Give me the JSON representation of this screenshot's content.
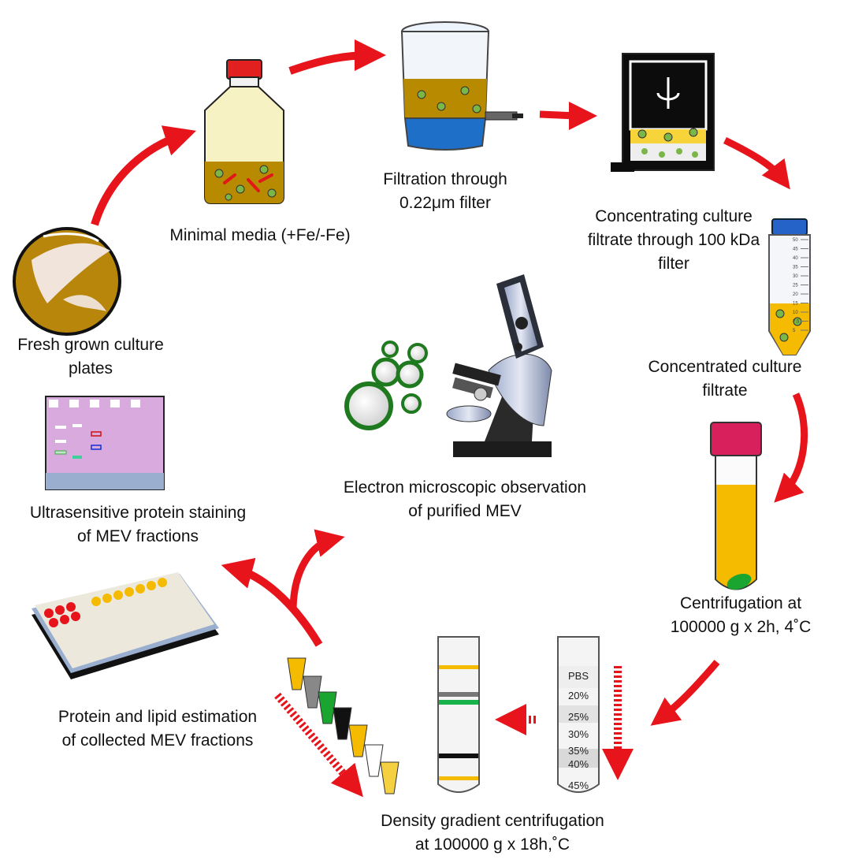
{
  "steps": {
    "plates": {
      "line1": "Fresh grown culture",
      "line2": "plates"
    },
    "media": {
      "label": "Minimal media (+Fe/-Fe)"
    },
    "filtration": {
      "line1": "Filtration through",
      "line2": "0.22μm filter"
    },
    "concentrating": {
      "line1": "Concentrating culture",
      "line2": "filtrate through 100 kDa",
      "line3": "filter"
    },
    "concentrated": {
      "line1": "Concentrated culture",
      "line2": "filtrate"
    },
    "centrifugation": {
      "line1": "Centrifugation at",
      "line2": "100000 g x 2h, 4˚C"
    },
    "density": {
      "line1": "Density gradient centrifugation",
      "line2": "at 100000 g x 18h,˚C"
    },
    "protein_lipid": {
      "line1": "Protein and lipid estimation",
      "line2": "of collected MEV fractions"
    },
    "staining": {
      "line1": "Ultrasensitive protein staining",
      "line2": "of MEV fractions"
    },
    "microscopy": {
      "line1": "Electron microscopic observation",
      "line2": "of purified MEV"
    }
  },
  "gradient": {
    "layers": [
      "PBS",
      "20%",
      "25%",
      "30%",
      "35%",
      "40%",
      "45%"
    ]
  },
  "tube_scale": [
    "50",
    "45",
    "40",
    "35",
    "30",
    "25",
    "20",
    "15",
    "10",
    "7.5",
    "5"
  ],
  "colors": {
    "arrow": "#e8141b",
    "culture": "#b88a00",
    "media": "#f7f2c4",
    "vesicle": "#7ab648",
    "yellow": "#f5bb00",
    "blue": "#1e6fc8",
    "green_ring": "#2e8b2e",
    "gel": "#d8aadd"
  }
}
